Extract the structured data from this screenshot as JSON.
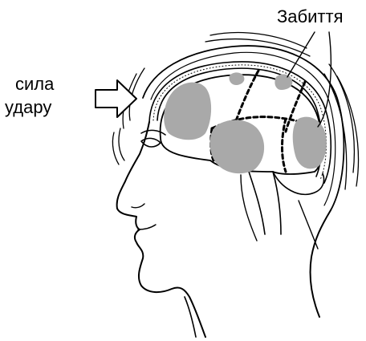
{
  "labels": {
    "contusion": "Забиття",
    "force_line1": "сила",
    "force_line2": "удару"
  },
  "colors": {
    "ink": "#000000",
    "contusion_fill": "#a9a9a9",
    "background": "#ffffff"
  }
}
